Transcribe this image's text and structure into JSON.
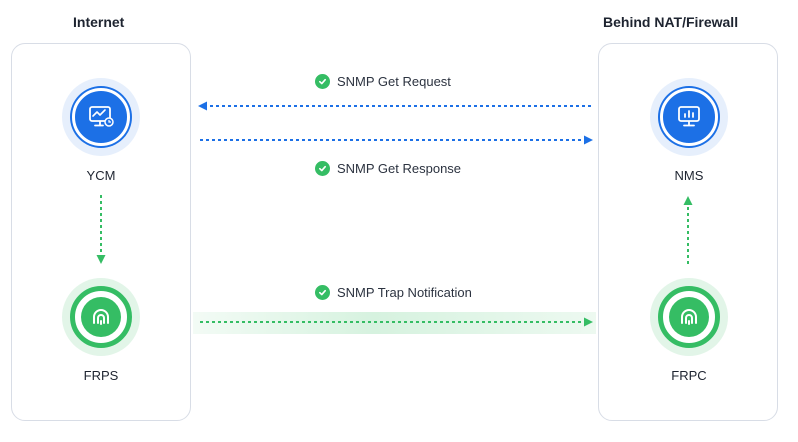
{
  "sections": {
    "left_title": "Internet",
    "right_title": "Behind NAT/Firewall"
  },
  "nodes": {
    "ycm": {
      "label": "YCM",
      "icon": "monitor-chart-icon"
    },
    "frps": {
      "label": "FRPS",
      "icon": "tunnel-icon"
    },
    "nms": {
      "label": "NMS",
      "icon": "monitor-bars-icon"
    },
    "frpc": {
      "label": "FRPC",
      "icon": "tunnel-icon"
    }
  },
  "messages": {
    "get_request": "SNMP Get Request",
    "get_response": "SNMP Get Response",
    "trap": "SNMP Trap Notification"
  },
  "colors": {
    "blue": "#1c70e6",
    "green": "#35bd64",
    "text": "#1e2430",
    "border": "#d8dde6"
  }
}
